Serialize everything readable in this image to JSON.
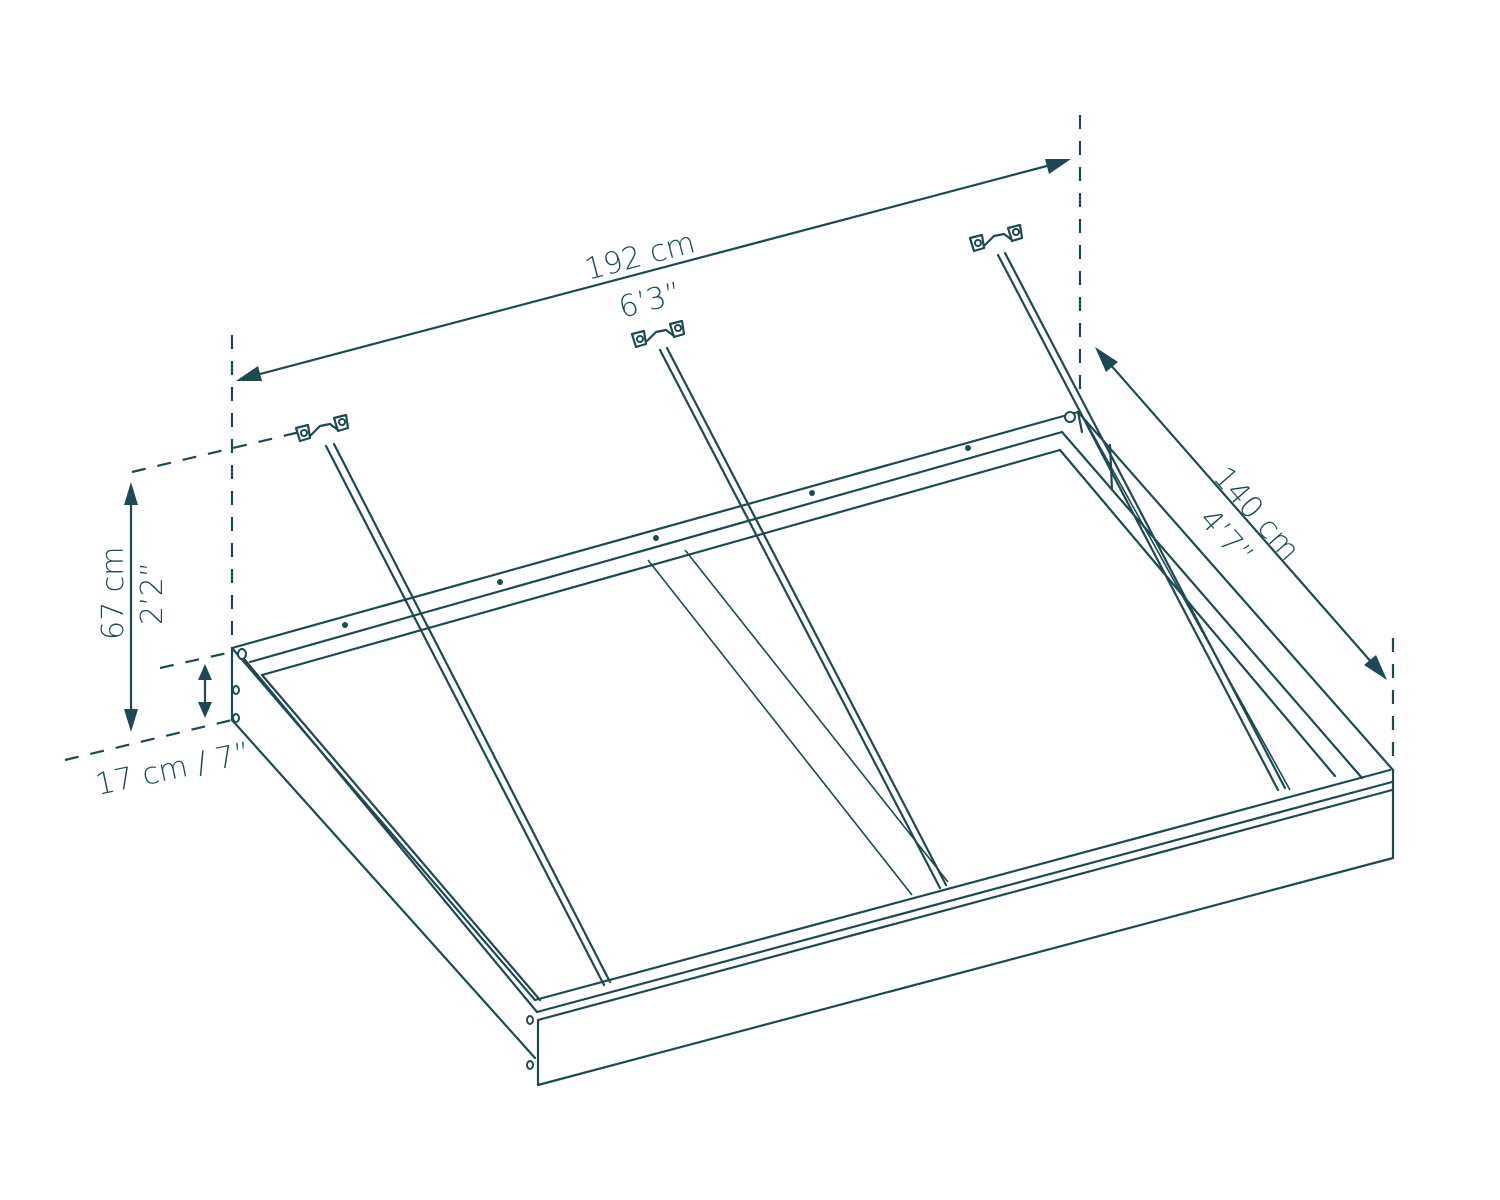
{
  "diagram": {
    "subject": "door awning with support arms",
    "line_color": "#1d4a52",
    "background": "#ffffff"
  },
  "dimensions": {
    "width": {
      "metric": "192 cm",
      "imperial": "6’3”"
    },
    "depth": {
      "metric": "140 cm",
      "imperial": "4’7”"
    },
    "height": {
      "metric": "67 cm",
      "imperial": "2’2”"
    },
    "frame_thickness": {
      "label": "17 cm / 7”"
    }
  },
  "parts": {
    "wall_brackets": 3,
    "support_arms": 3
  }
}
